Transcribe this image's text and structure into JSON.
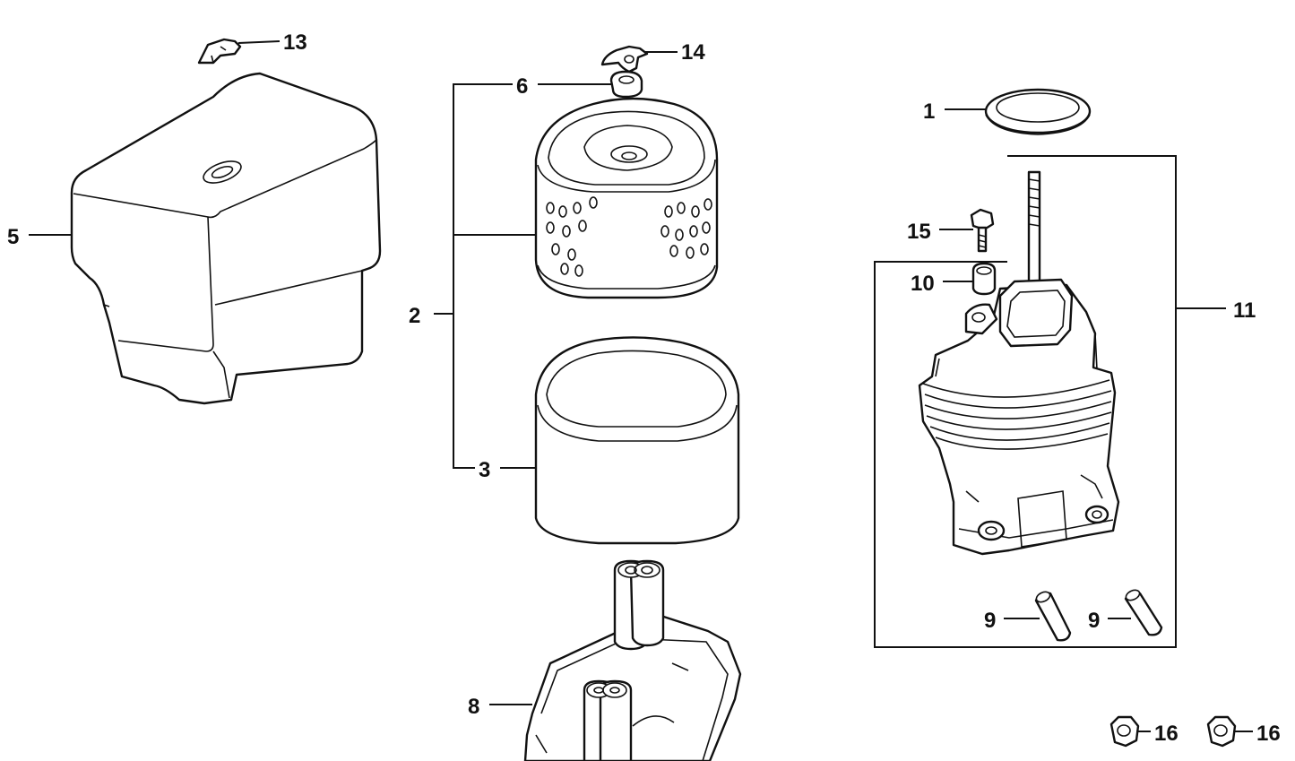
{
  "callouts": {
    "c1": "1",
    "c2": "2",
    "c3": "3",
    "c5": "5",
    "c6": "6",
    "c8": "8",
    "c9a": "9",
    "c9b": "9",
    "c10": "10",
    "c11": "11",
    "c13": "13",
    "c14": "14",
    "c15": "15",
    "c16a": "16",
    "c16b": "16"
  },
  "colors": {
    "ink": "#111111",
    "paper": "#ffffff"
  }
}
